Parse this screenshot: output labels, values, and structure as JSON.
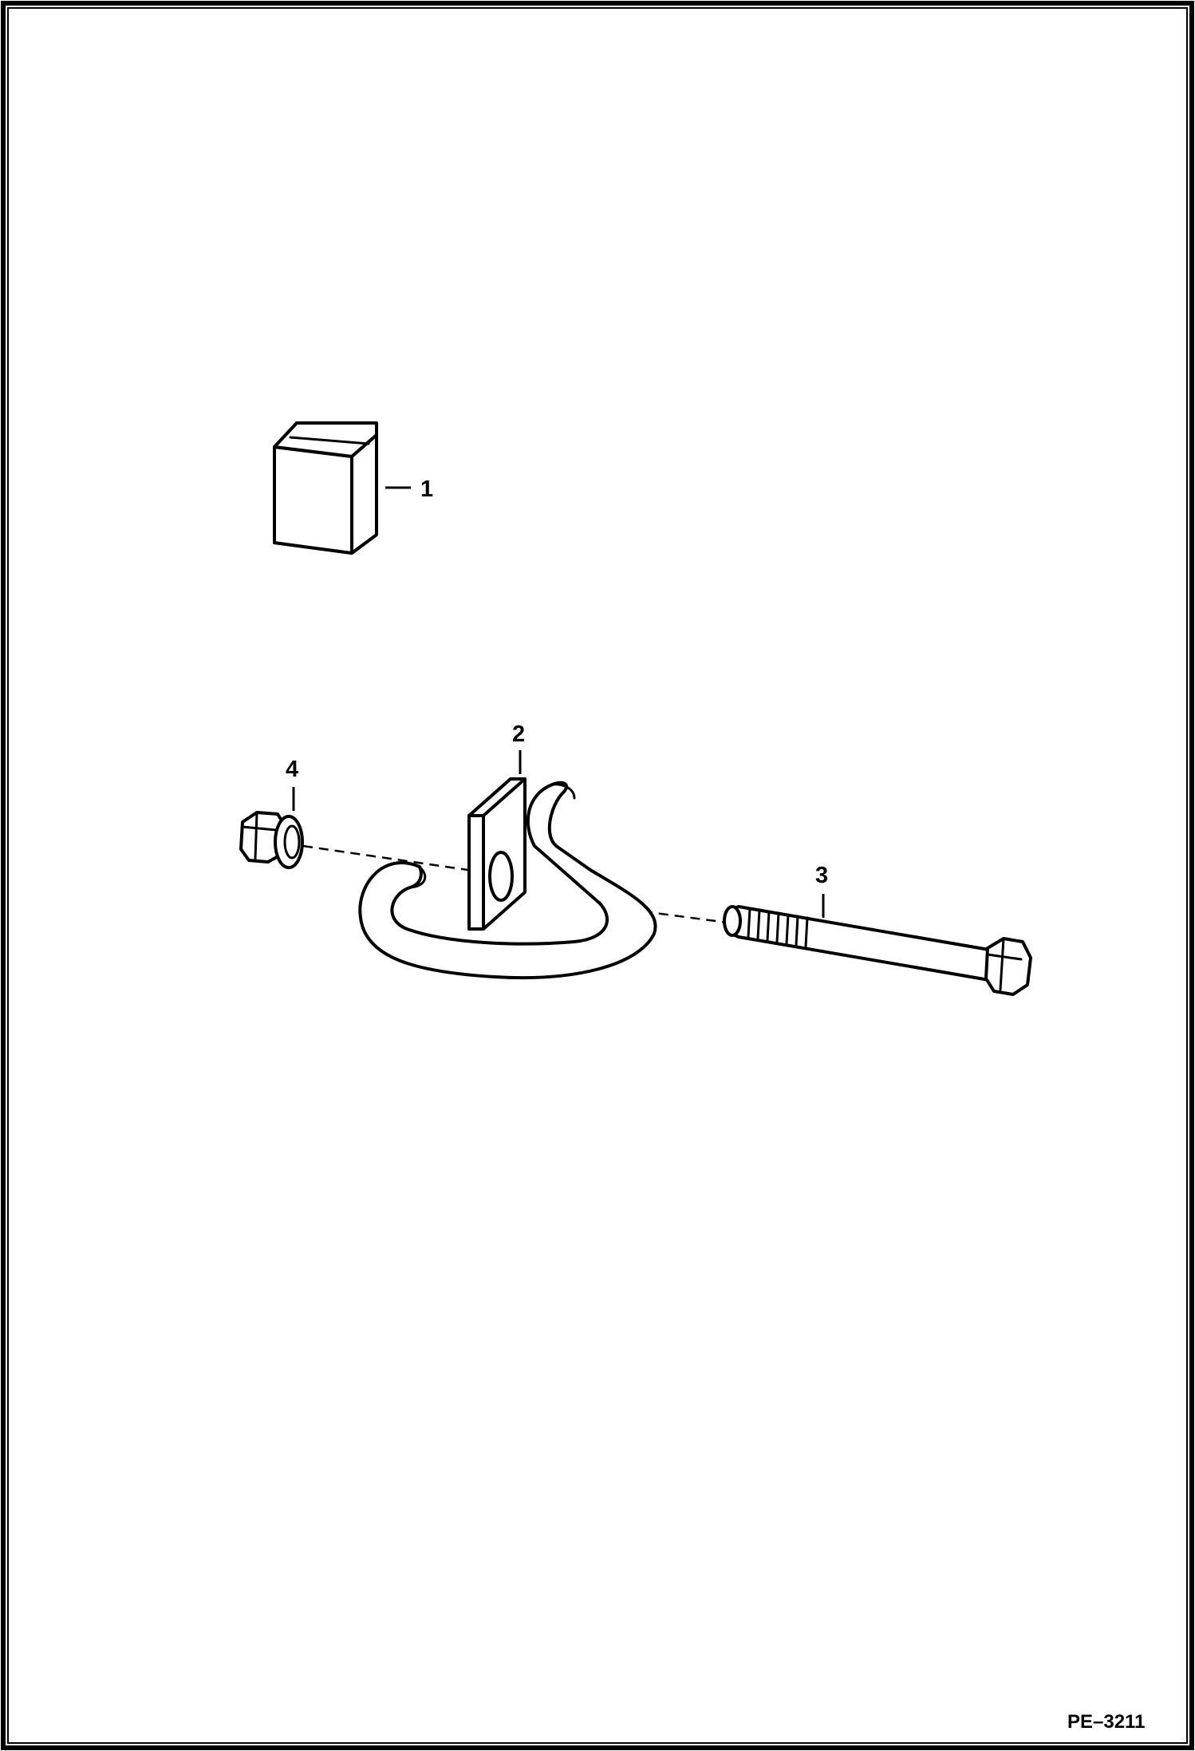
{
  "diagram": {
    "reference_code": "PE–3211",
    "callouts": [
      {
        "number": "1"
      },
      {
        "number": "2"
      },
      {
        "number": "3"
      },
      {
        "number": "4"
      }
    ]
  }
}
